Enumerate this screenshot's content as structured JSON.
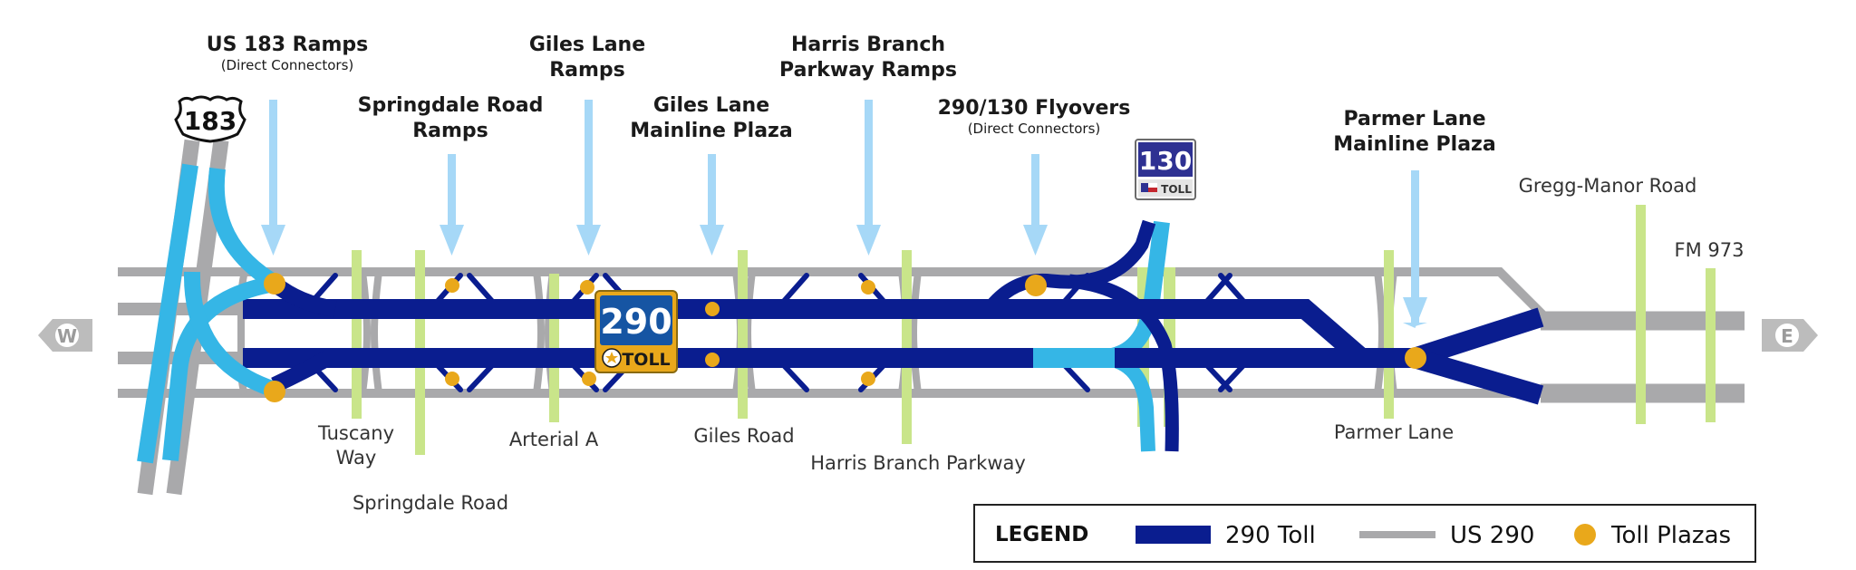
{
  "colors": {
    "toll_290": "#0a1d8f",
    "us_290": "#a9a9ab",
    "toll_plaza": "#e9a81b",
    "ramp_light_blue": "#35b6e6",
    "arrow_blue": "#a6d8f7",
    "cross_street": "#c9e58a",
    "shield_290_bg": "#1655a3",
    "shield_290_toll_bg": "#e9a81b",
    "shield_130_bg": "#2e3192"
  },
  "callouts": {
    "us183": {
      "title": "US 183 Ramps",
      "subtitle": "(Direct Connectors)"
    },
    "springdale": {
      "line1": "Springdale Road",
      "line2": "Ramps"
    },
    "giles_ramps": {
      "line1": "Giles Lane",
      "line2": "Ramps"
    },
    "giles_plaza": {
      "line1": "Giles Lane",
      "line2": "Mainline Plaza"
    },
    "harris_ramps": {
      "line1": "Harris Branch",
      "line2": "Parkway Ramps"
    },
    "flyovers": {
      "title": "290/130 Flyovers",
      "subtitle": "(Direct Connectors)"
    },
    "parmer_plaza": {
      "line1": "Parmer Lane",
      "line2": "Mainline Plaza"
    }
  },
  "roads": {
    "tuscany": {
      "line1": "Tuscany",
      "line2": "Way"
    },
    "springdale": "Springdale Road",
    "arterial_a": "Arterial A",
    "giles_road": "Giles Road",
    "harris_branch": "Harris Branch Parkway",
    "parmer_lane": "Parmer Lane",
    "gregg_manor": "Gregg-Manor Road",
    "fm973": "FM 973"
  },
  "shields": {
    "us183": "183",
    "toll290_number": "290",
    "toll290_label": "TOLL",
    "sh130_number": "130",
    "sh130_label": "TOLL"
  },
  "compass": {
    "west": "W",
    "east": "E"
  },
  "legend": {
    "title": "LEGEND",
    "toll_290": "290 Toll",
    "us_290": "US 290",
    "toll_plazas": "Toll Plazas"
  }
}
